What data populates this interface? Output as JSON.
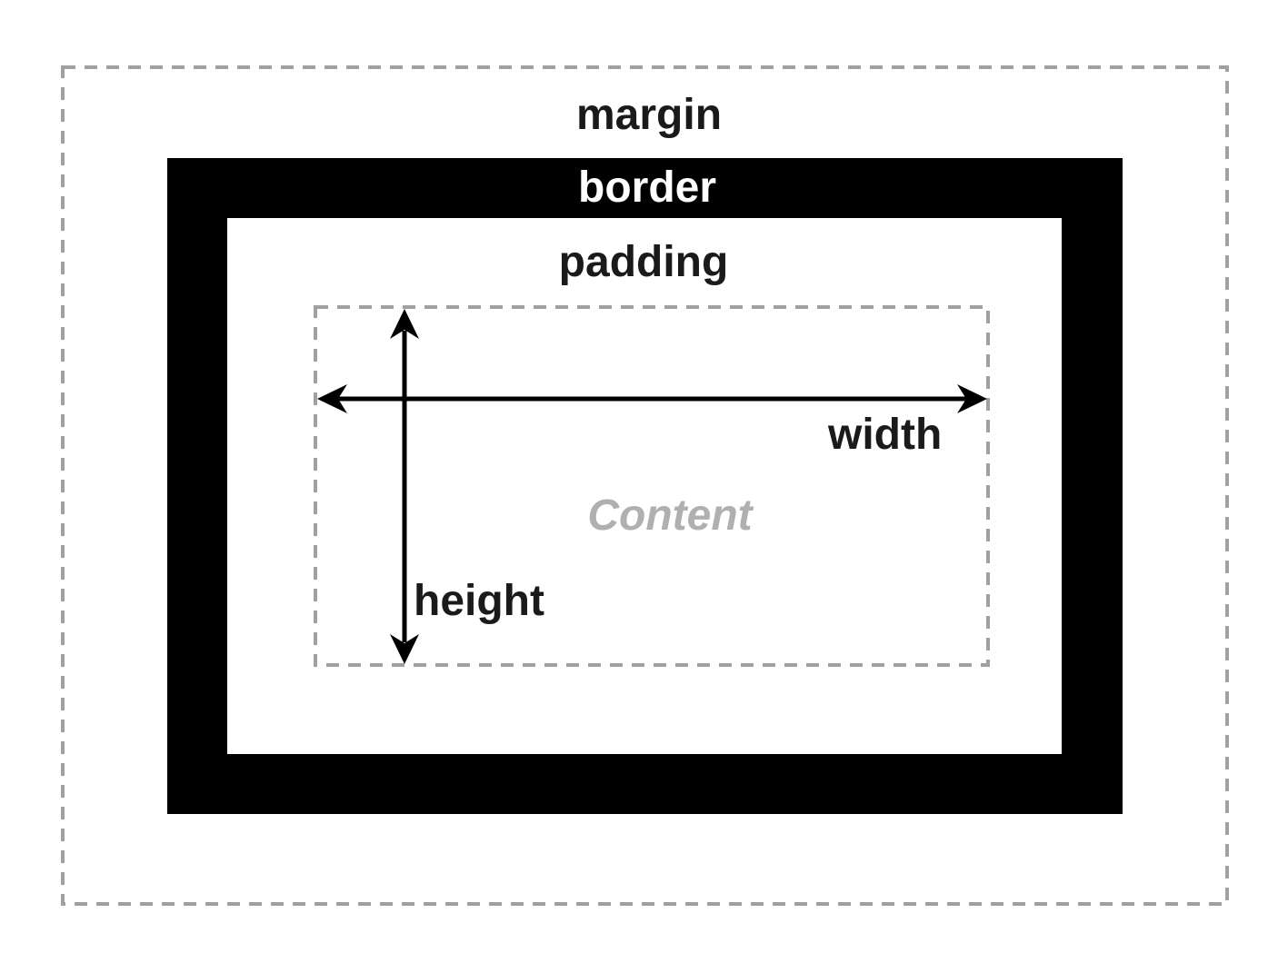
{
  "labels": {
    "margin": "margin",
    "border": "border",
    "padding": "padding",
    "width": "width",
    "height": "height",
    "content": "Content"
  },
  "colors": {
    "background": "#ffffff",
    "border_fill": "#000000",
    "dashed_outline": "#a0a0a0",
    "text_dark": "#1a1a1a",
    "text_light": "#ffffff",
    "content_text": "#b0b0b0"
  }
}
